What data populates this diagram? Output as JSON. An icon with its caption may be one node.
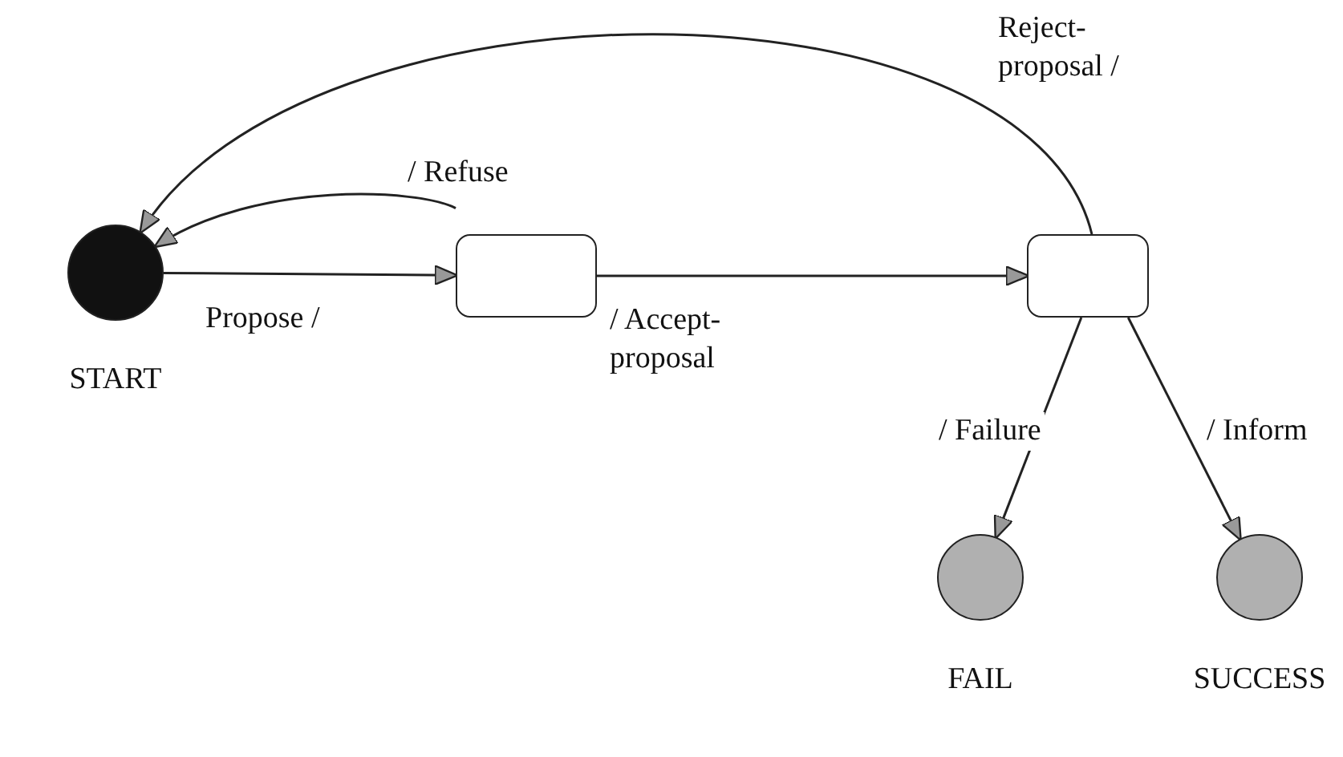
{
  "diagram": {
    "nodes": [
      {
        "text": [],
        "shape": "circle",
        "beside": [
          "START"
        ]
      },
      {
        "text": [],
        "shape": "box"
      },
      {
        "text": [],
        "shape": "box"
      },
      {
        "text": [],
        "shape": "circle",
        "beside": [
          "FAIL"
        ]
      },
      {
        "text": [],
        "shape": "circle",
        "beside": [
          "SUCCESS"
        ]
      }
    ],
    "edges": [
      {
        "from": 0,
        "to": 1,
        "arrow": "to",
        "label": "Propose /"
      },
      {
        "from": 1,
        "to": 0,
        "arrow": "to",
        "label": "/ Refuse"
      },
      {
        "from": 1,
        "to": 2,
        "arrow": "to",
        "label": "/ Accept- proposal"
      },
      {
        "from": 2,
        "to": 0,
        "arrow": "to",
        "label": "Reject- proposal /"
      },
      {
        "from": 2,
        "to": 3,
        "arrow": "to",
        "label": "/ Failure"
      },
      {
        "from": 2,
        "to": 4,
        "arrow": "to",
        "label": "/ Inform"
      }
    ]
  }
}
